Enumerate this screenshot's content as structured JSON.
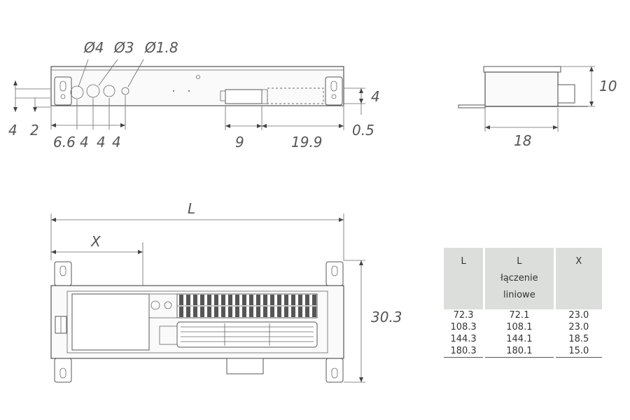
{
  "top_view": {
    "holes": [
      "Ø4",
      "Ø3",
      "Ø1.8"
    ],
    "left_dims": [
      "4",
      "2"
    ],
    "bottom_dims": [
      "6.6",
      "4",
      "4",
      "4"
    ],
    "right_dims": [
      "9",
      "19.9",
      "0.5"
    ],
    "height_dim": "4"
  },
  "side_view": {
    "height": "10",
    "width": "18"
  },
  "front_view": {
    "length": "L",
    "offset": "X",
    "height": "30.3"
  },
  "table": {
    "headers": [
      "L",
      "L\nłączenie\nliniowe",
      "X"
    ],
    "rows": [
      [
        "72.3",
        "72.1",
        "23.0"
      ],
      [
        "108.3",
        "108.1",
        "23.0"
      ],
      [
        "144.3",
        "144.1",
        "18.5"
      ],
      [
        "180.3",
        "180.1",
        "15.0"
      ]
    ]
  }
}
